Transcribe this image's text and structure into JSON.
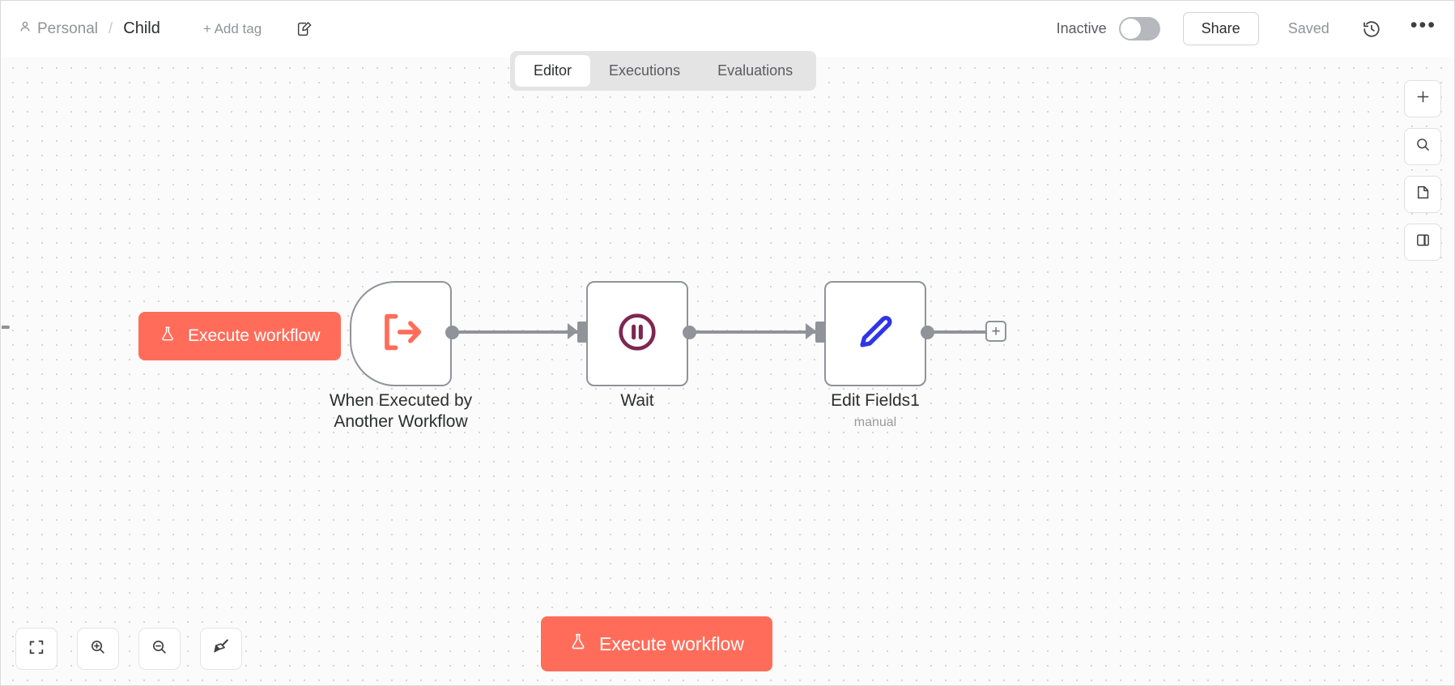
{
  "header": {
    "breadcrumb": {
      "workspace": "Personal",
      "separator": "/",
      "workflow_name": "Child"
    },
    "add_tag_label": "+ Add tag",
    "edit_icon": "edit-note-icon",
    "activation": {
      "status_label": "Inactive",
      "enabled": false
    },
    "share_label": "Share",
    "save_status": "Saved",
    "history_icon": "history-clock-icon",
    "more_icon": "ellipsis-icon",
    "more_label": "•••"
  },
  "tabs": [
    {
      "label": "Editor",
      "active": true
    },
    {
      "label": "Executions",
      "active": false
    },
    {
      "label": "Evaluations",
      "active": false
    }
  ],
  "colors": {
    "accent": "#ff6d5a",
    "trigger_icon": "#ff6d5a",
    "wait_icon": "#7d2850",
    "edit_icon": "#2f35e6",
    "node_border": "#909399",
    "canvas_bg": "#fbfbfb"
  },
  "canvas": {
    "nodes": [
      {
        "id": "trigger",
        "name": "When Executed by Another Workflow",
        "name_line1": "When Executed by",
        "name_line2": "Another Workflow",
        "subtitle": "",
        "icon": "execute-arrow-icon",
        "type": "trigger"
      },
      {
        "id": "wait",
        "name": "Wait",
        "name_line1": "Wait",
        "name_line2": "",
        "subtitle": "",
        "icon": "pause-circle-icon",
        "type": "action"
      },
      {
        "id": "edit-fields",
        "name": "Edit Fields1",
        "name_line1": "Edit Fields1",
        "name_line2": "",
        "subtitle": "manual",
        "icon": "pencil-icon",
        "type": "action"
      }
    ],
    "add_node_label": "+",
    "execute_node_button": {
      "label": "Execute workflow",
      "icon": "flask-icon"
    }
  },
  "right_rail": [
    {
      "name": "add-node-button",
      "icon": "plus-icon",
      "label": "+"
    },
    {
      "name": "search-nodes-button",
      "icon": "search-icon"
    },
    {
      "name": "add-sticky-note-button",
      "icon": "sticky-note-icon"
    },
    {
      "name": "toggle-panel-button",
      "icon": "panel-layout-icon"
    }
  ],
  "bottom_left_toolbar": [
    {
      "name": "zoom-to-fit-button",
      "icon": "fit-to-view-icon"
    },
    {
      "name": "zoom-in-button",
      "icon": "zoom-in-icon"
    },
    {
      "name": "zoom-out-button",
      "icon": "zoom-out-icon"
    },
    {
      "name": "tidy-up-button",
      "icon": "broom-icon"
    }
  ],
  "execute_workflow_button": {
    "label": "Execute workflow",
    "icon": "flask-icon"
  }
}
